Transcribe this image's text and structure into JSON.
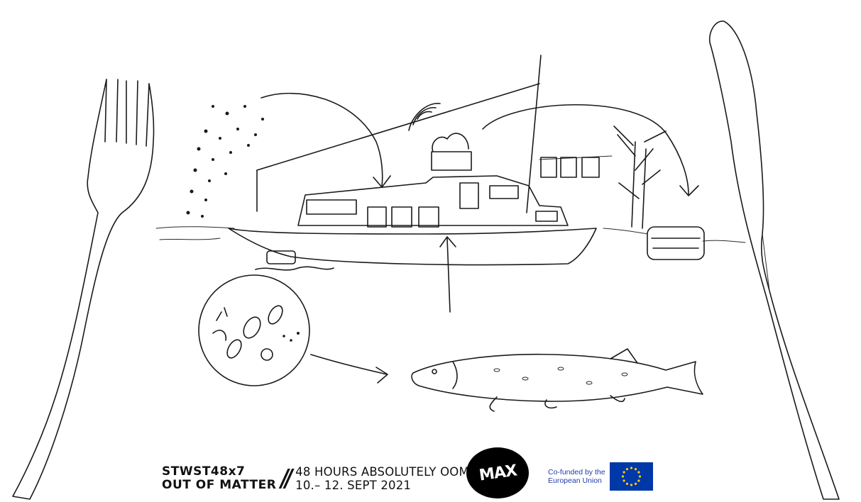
{
  "footer": {
    "event_line1": "STWST48x7",
    "event_line2": "OUT OF MATTER",
    "separator": "//",
    "info_line1": "48 HOURS ABSOLUTELY OOM",
    "info_line2": "10.– 12. SEPT 2021"
  },
  "logos": {
    "max_text": "MAX",
    "eu_line1": "Co-funded by the",
    "eu_line2": "European Union",
    "eu_flag_color": "#0038a8",
    "eu_star_color": "#ffcc00",
    "eu_text_color": "#1f3ea6"
  },
  "icons": [
    "fork-icon",
    "knife-icon",
    "boat-drawing",
    "fish-drawing",
    "microscope-circle-drawing",
    "tree-drawing",
    "arrow-icon"
  ]
}
